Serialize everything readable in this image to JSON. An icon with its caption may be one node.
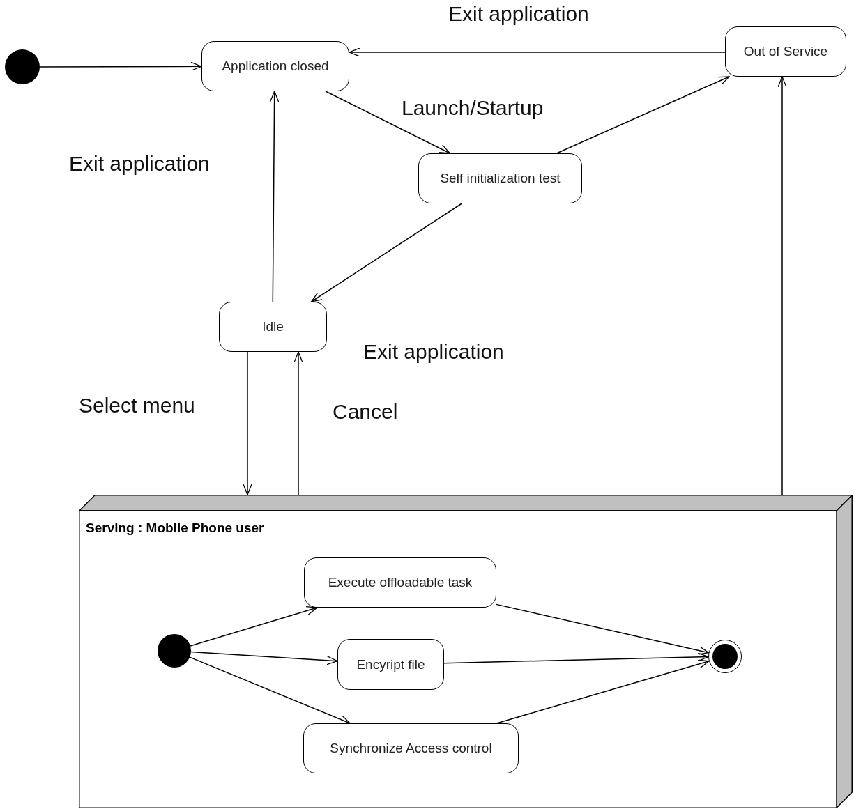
{
  "diagram": {
    "nodes": [
      {
        "text": [],
        "shape": "circle"
      },
      {
        "text": [
          "Application closed"
        ]
      },
      {
        "text": [
          "Self initialization test"
        ]
      },
      {
        "text": [
          "Out of Service"
        ]
      },
      {
        "text": [
          "Idle"
        ]
      },
      {
        "text": [
          "Serving : Mobile Phone user"
        ]
      },
      {
        "text": [],
        "shape": "circle",
        "in": 5
      },
      {
        "text": [
          "Execute offloadable task"
        ],
        "in": 5
      },
      {
        "text": [
          "Encyript file"
        ],
        "in": 5
      },
      {
        "text": [
          "Synchronize Access control"
        ],
        "in": 5
      },
      {
        "text": [],
        "shape": "bullseye",
        "in": 5
      }
    ],
    "edges": [
      {
        "from": 0,
        "to": 1,
        "arrow": "to"
      },
      {
        "from": 3,
        "to": 1,
        "arrow": "to",
        "label": "Exit application"
      },
      {
        "from": 1,
        "to": 2,
        "arrow": "to",
        "label": "Launch/Startup"
      },
      {
        "from": 2,
        "to": 3,
        "arrow": "to"
      },
      {
        "from": 2,
        "to": 4,
        "arrow": "to"
      },
      {
        "from": 4,
        "to": 1,
        "arrow": "to"
      },
      {
        "from": 4,
        "to": 5,
        "arrow": "to",
        "label": "Select menu"
      },
      {
        "from": 5,
        "to": 4,
        "arrow": "to",
        "label": "Cancel"
      },
      {
        "from": 5,
        "to": 3,
        "arrow": "to"
      },
      {
        "from": 6,
        "to": 7,
        "arrow": "to"
      },
      {
        "from": 6,
        "to": 8,
        "arrow": "to"
      },
      {
        "from": 6,
        "to": 9,
        "arrow": "to"
      },
      {
        "from": 7,
        "to": 10,
        "arrow": "to"
      },
      {
        "from": 8,
        "to": 10,
        "arrow": "to"
      },
      {
        "from": 9,
        "to": 10,
        "arrow": "to"
      }
    ],
    "labels": [
      "Exit application",
      "Exit application"
    ]
  }
}
